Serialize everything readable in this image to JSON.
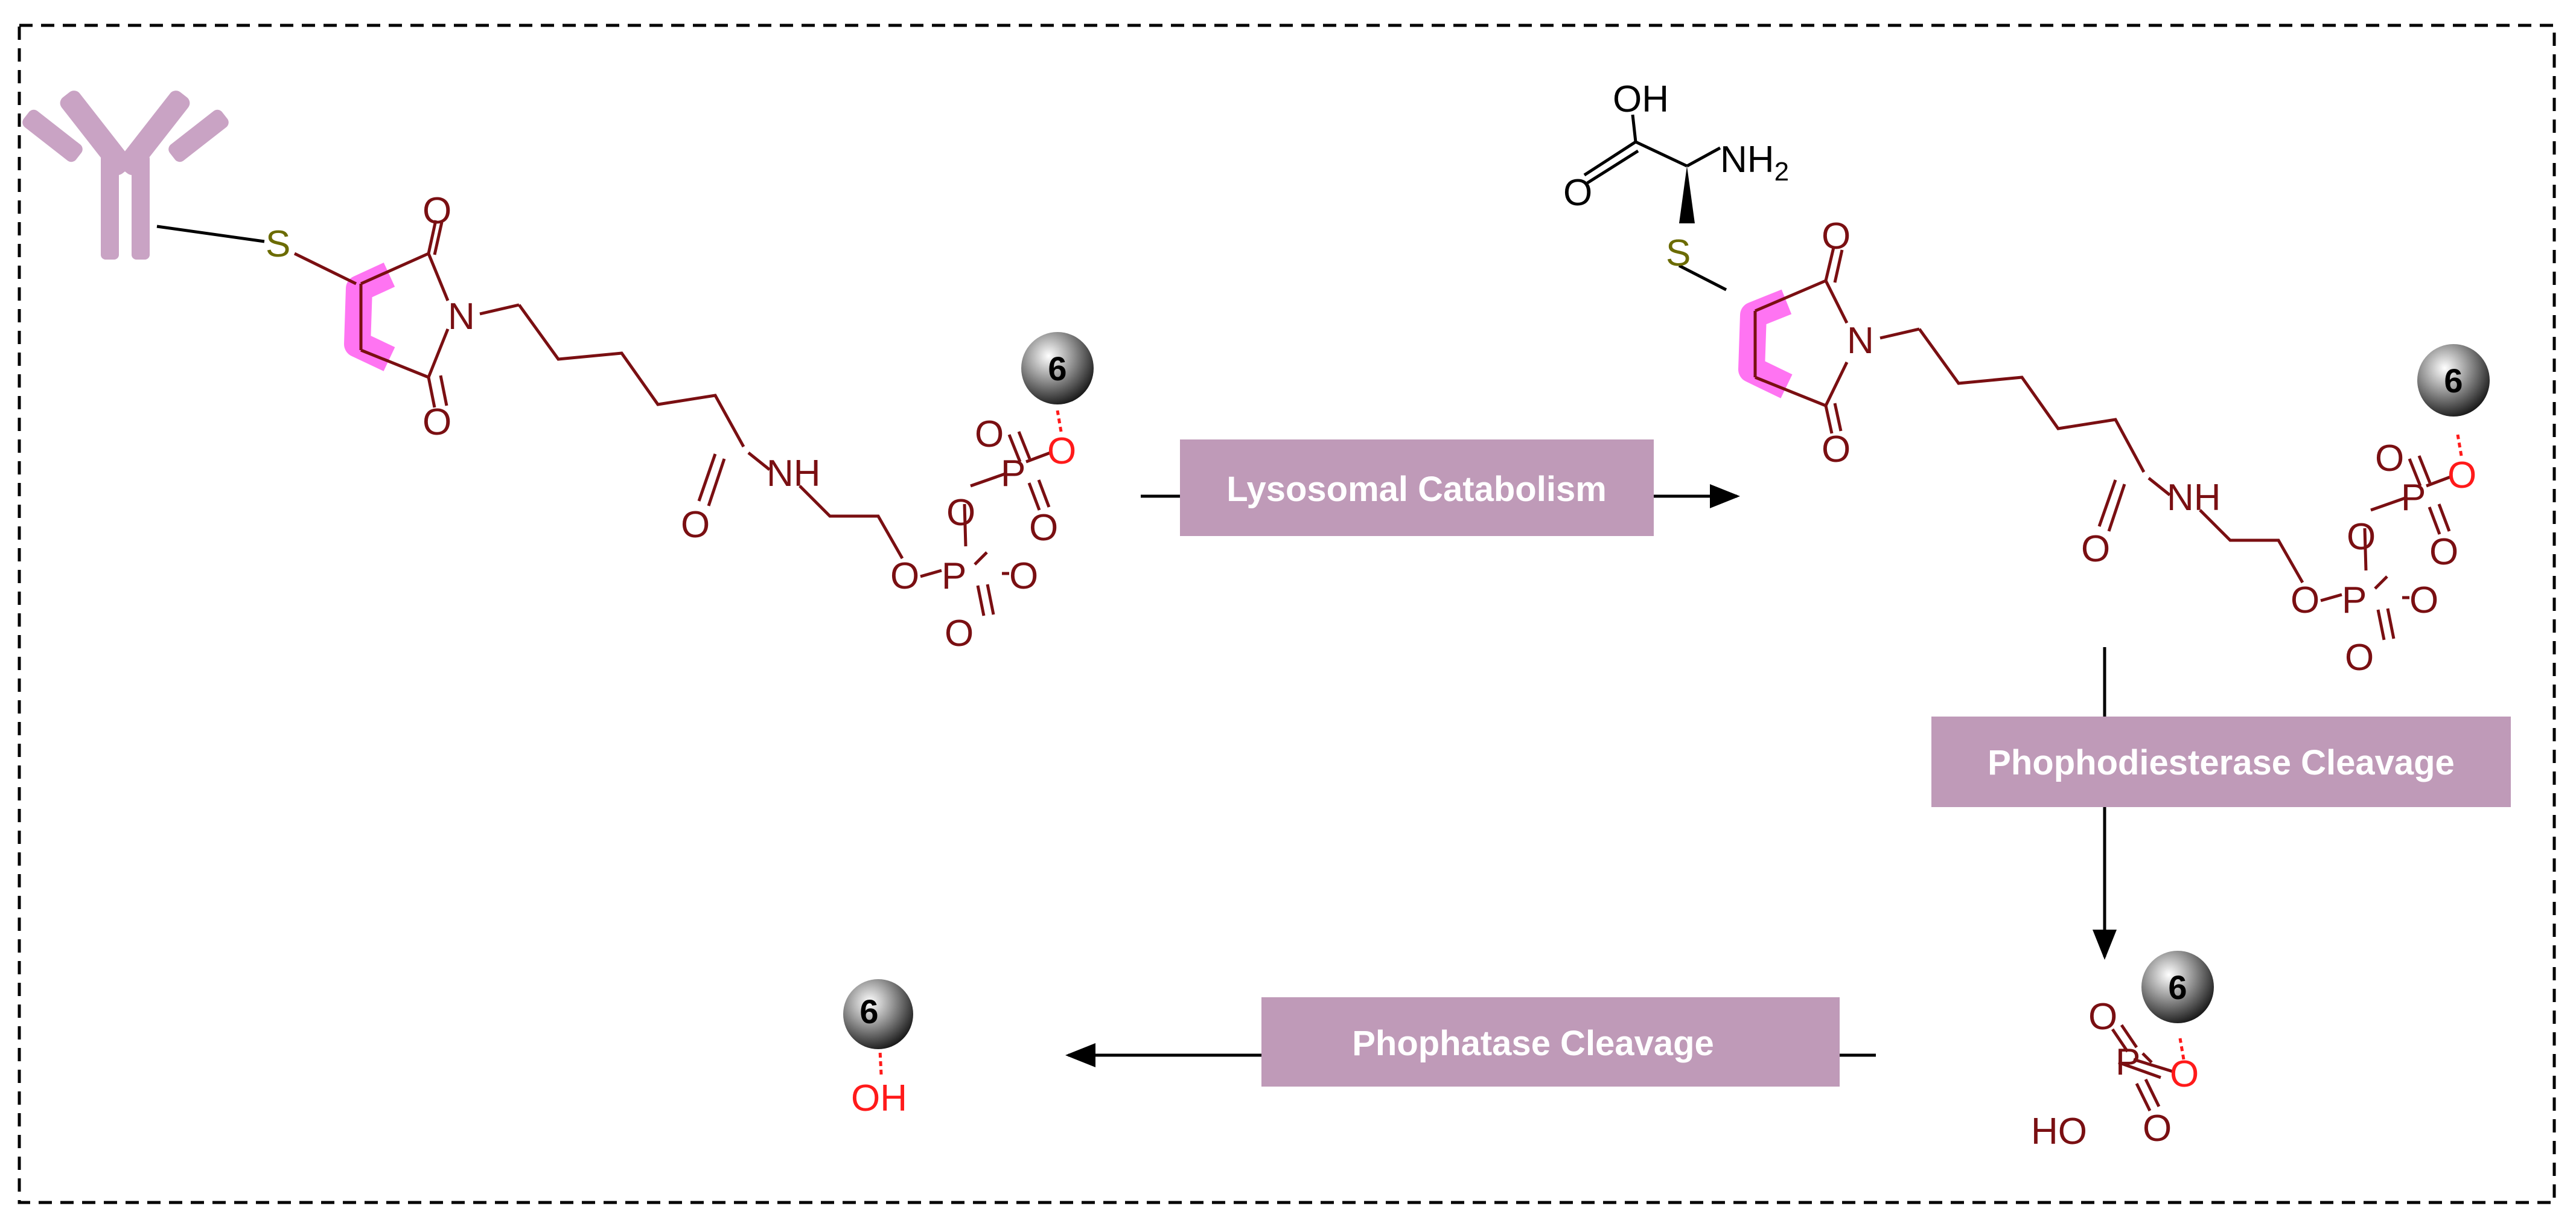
{
  "colors": {
    "linker": "#7a0f12",
    "sulfur": "#6b6b00",
    "payload_oxygen": "#ff1a1a",
    "highlight": "#ff5cf0",
    "antibody": "#c9a3c4",
    "step_box": "#bf9ab8",
    "step_text": "#ffffff",
    "cysteine": "#000000"
  },
  "bead_label": "6",
  "steps": {
    "step1": "Lysosomal Catabolism",
    "step2": "Phophodiesterase Cleavage",
    "step3": "Phophatase Cleavage"
  },
  "atoms": {
    "S": "S",
    "N": "N",
    "O": "O",
    "P": "P",
    "NH": "NH",
    "OH": "OH",
    "HO": "HO",
    "NH2_main": "NH",
    "NH2_sub": "2"
  },
  "icons": {
    "antibody": "antibody-icon",
    "payload": "payload-bead-icon",
    "arrow": "arrow-icon"
  }
}
